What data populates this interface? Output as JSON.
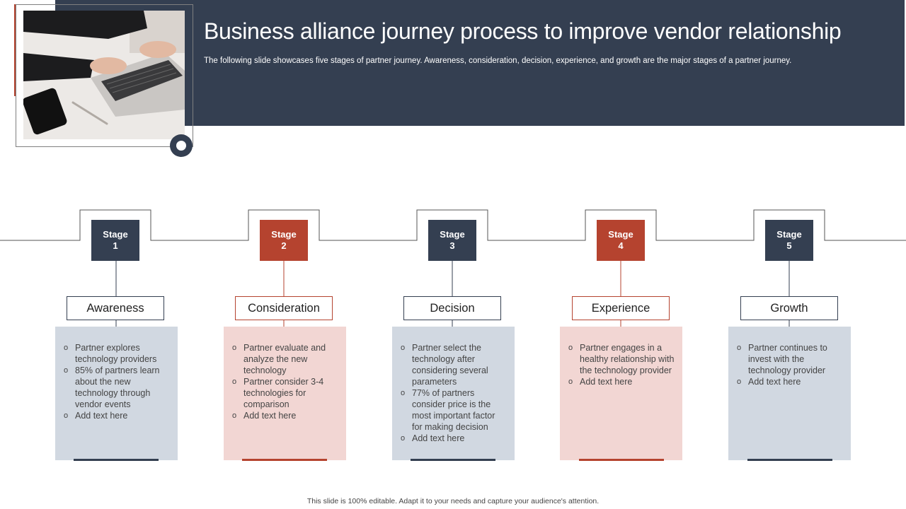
{
  "header": {
    "title": "Business alliance journey process to improve vendor relationship",
    "subtitle": "The following slide showcases five stages of partner journey. Awareness, consideration, decision, experience, and growth are the major stages of a partner journey."
  },
  "colors": {
    "dark": "#343f51",
    "red": "#b5432f",
    "blue_card": "#d1d8e1",
    "pink_card": "#f2d6d3"
  },
  "stages": [
    {
      "stage_word": "Stage",
      "number": "1",
      "label": "Awareness",
      "theme": "dark",
      "items": [
        "Partner explores technology providers",
        "85% of partners learn about the new technology through vendor events",
        "Add text here"
      ]
    },
    {
      "stage_word": "Stage",
      "number": "2",
      "label": "Consideration",
      "theme": "red",
      "items": [
        "Partner evaluate and analyze the new technology",
        "Partner consider 3-4 technologies for comparison",
        "Add text here"
      ]
    },
    {
      "stage_word": "Stage",
      "number": "3",
      "label": "Decision",
      "theme": "dark",
      "items": [
        "Partner select the technology after considering several parameters",
        "77% of partners consider price is the most important factor for making decision",
        "Add text here"
      ]
    },
    {
      "stage_word": "Stage",
      "number": "4",
      "label": "Experience",
      "theme": "red",
      "items": [
        "Partner engages in a healthy relationship with the technology provider",
        "Add text here"
      ]
    },
    {
      "stage_word": "Stage",
      "number": "5",
      "label": "Growth",
      "theme": "dark",
      "items": [
        "Partner continues to invest with the technology provider",
        "Add text here"
      ]
    }
  ],
  "footer": {
    "text": "This slide is 100% editable. Adapt it to your needs and capture your audience's attention."
  }
}
